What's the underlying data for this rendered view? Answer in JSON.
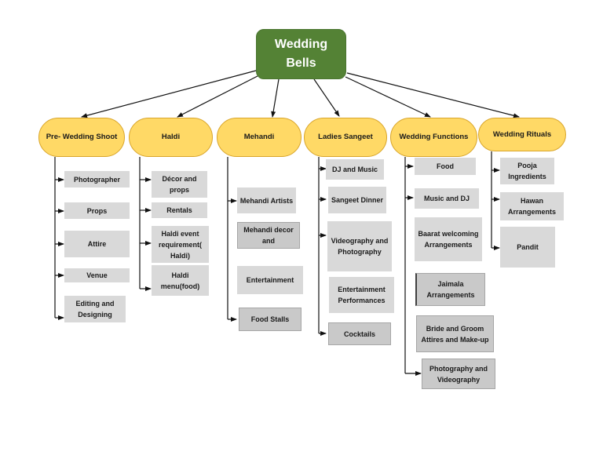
{
  "root": {
    "label": "Wedding Bells",
    "color": "#548235"
  },
  "category_color": "#ffd966",
  "item_color": "#d9d9d9",
  "categories": [
    {
      "label": "Pre- Wedding Shoot",
      "items": [
        "Photographer",
        "Props",
        "Attire",
        "Venue",
        "Editing and Designing"
      ]
    },
    {
      "label": "Haldi",
      "items": [
        "Décor and props",
        "Rentals",
        "Haldi event requirement( Haldi)",
        "Haldi menu(food)"
      ]
    },
    {
      "label": "Mehandi",
      "items": [
        "Mehandi Artists",
        "Mehandi decor and",
        "Entertainment",
        "Food Stalls"
      ]
    },
    {
      "label": "Ladies Sangeet",
      "items": [
        "DJ and Music",
        "Sangeet Dinner",
        "Videography and Photography",
        "Entertainment Performances",
        "Cocktails"
      ]
    },
    {
      "label": "Wedding Functions",
      "items": [
        "Food",
        "Music and DJ",
        "Baarat welcoming Arrangements",
        "Jaimala Arrangements",
        "Bride and Groom Attires and Make-up",
        "Photography and Videography"
      ]
    },
    {
      "label": "Wedding Rituals",
      "items": [
        "Pooja Ingredients",
        "Hawan Arrangements",
        "Pandit"
      ]
    }
  ]
}
